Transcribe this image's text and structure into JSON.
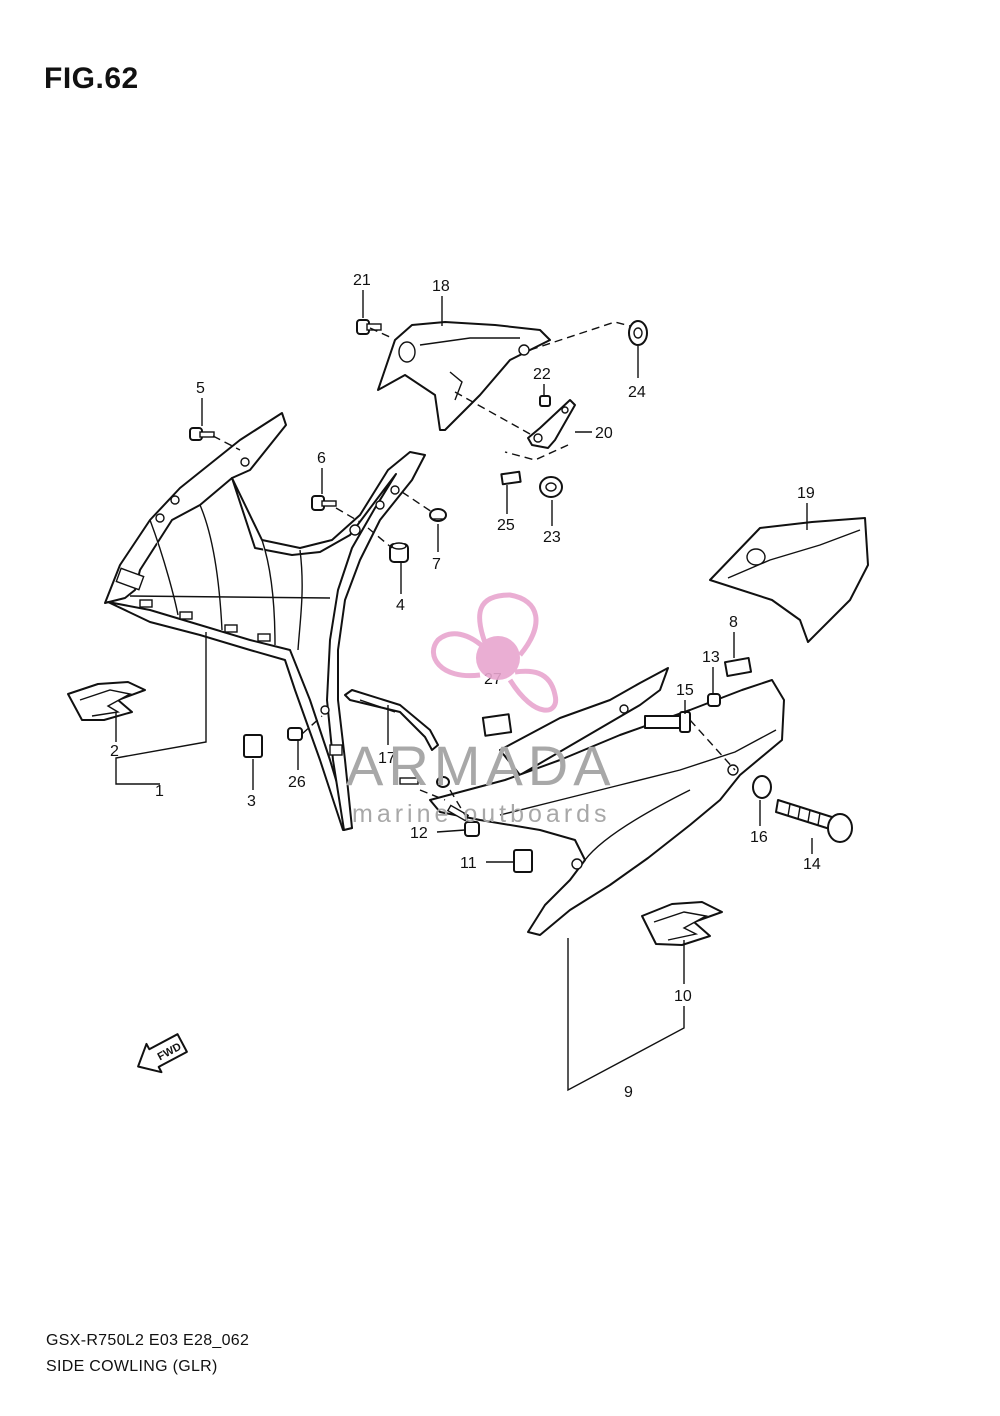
{
  "figure": {
    "title": "FIG.62",
    "model_code": "GSX-R750L2 E03 E28_062",
    "caption": "SIDE COWLING (GLR)"
  },
  "callouts": [
    "1",
    "2",
    "3",
    "4",
    "5",
    "6",
    "7",
    "8",
    "9",
    "10",
    "11",
    "12",
    "13",
    "14",
    "15",
    "16",
    "17",
    "18",
    "19",
    "20",
    "21",
    "22",
    "23",
    "24",
    "25",
    "26",
    "27"
  ],
  "direction_marker": "FWD",
  "watermark": {
    "brand": "ARMADA",
    "tagline": "marine outboards",
    "accent_color": "#e8a6cf"
  }
}
